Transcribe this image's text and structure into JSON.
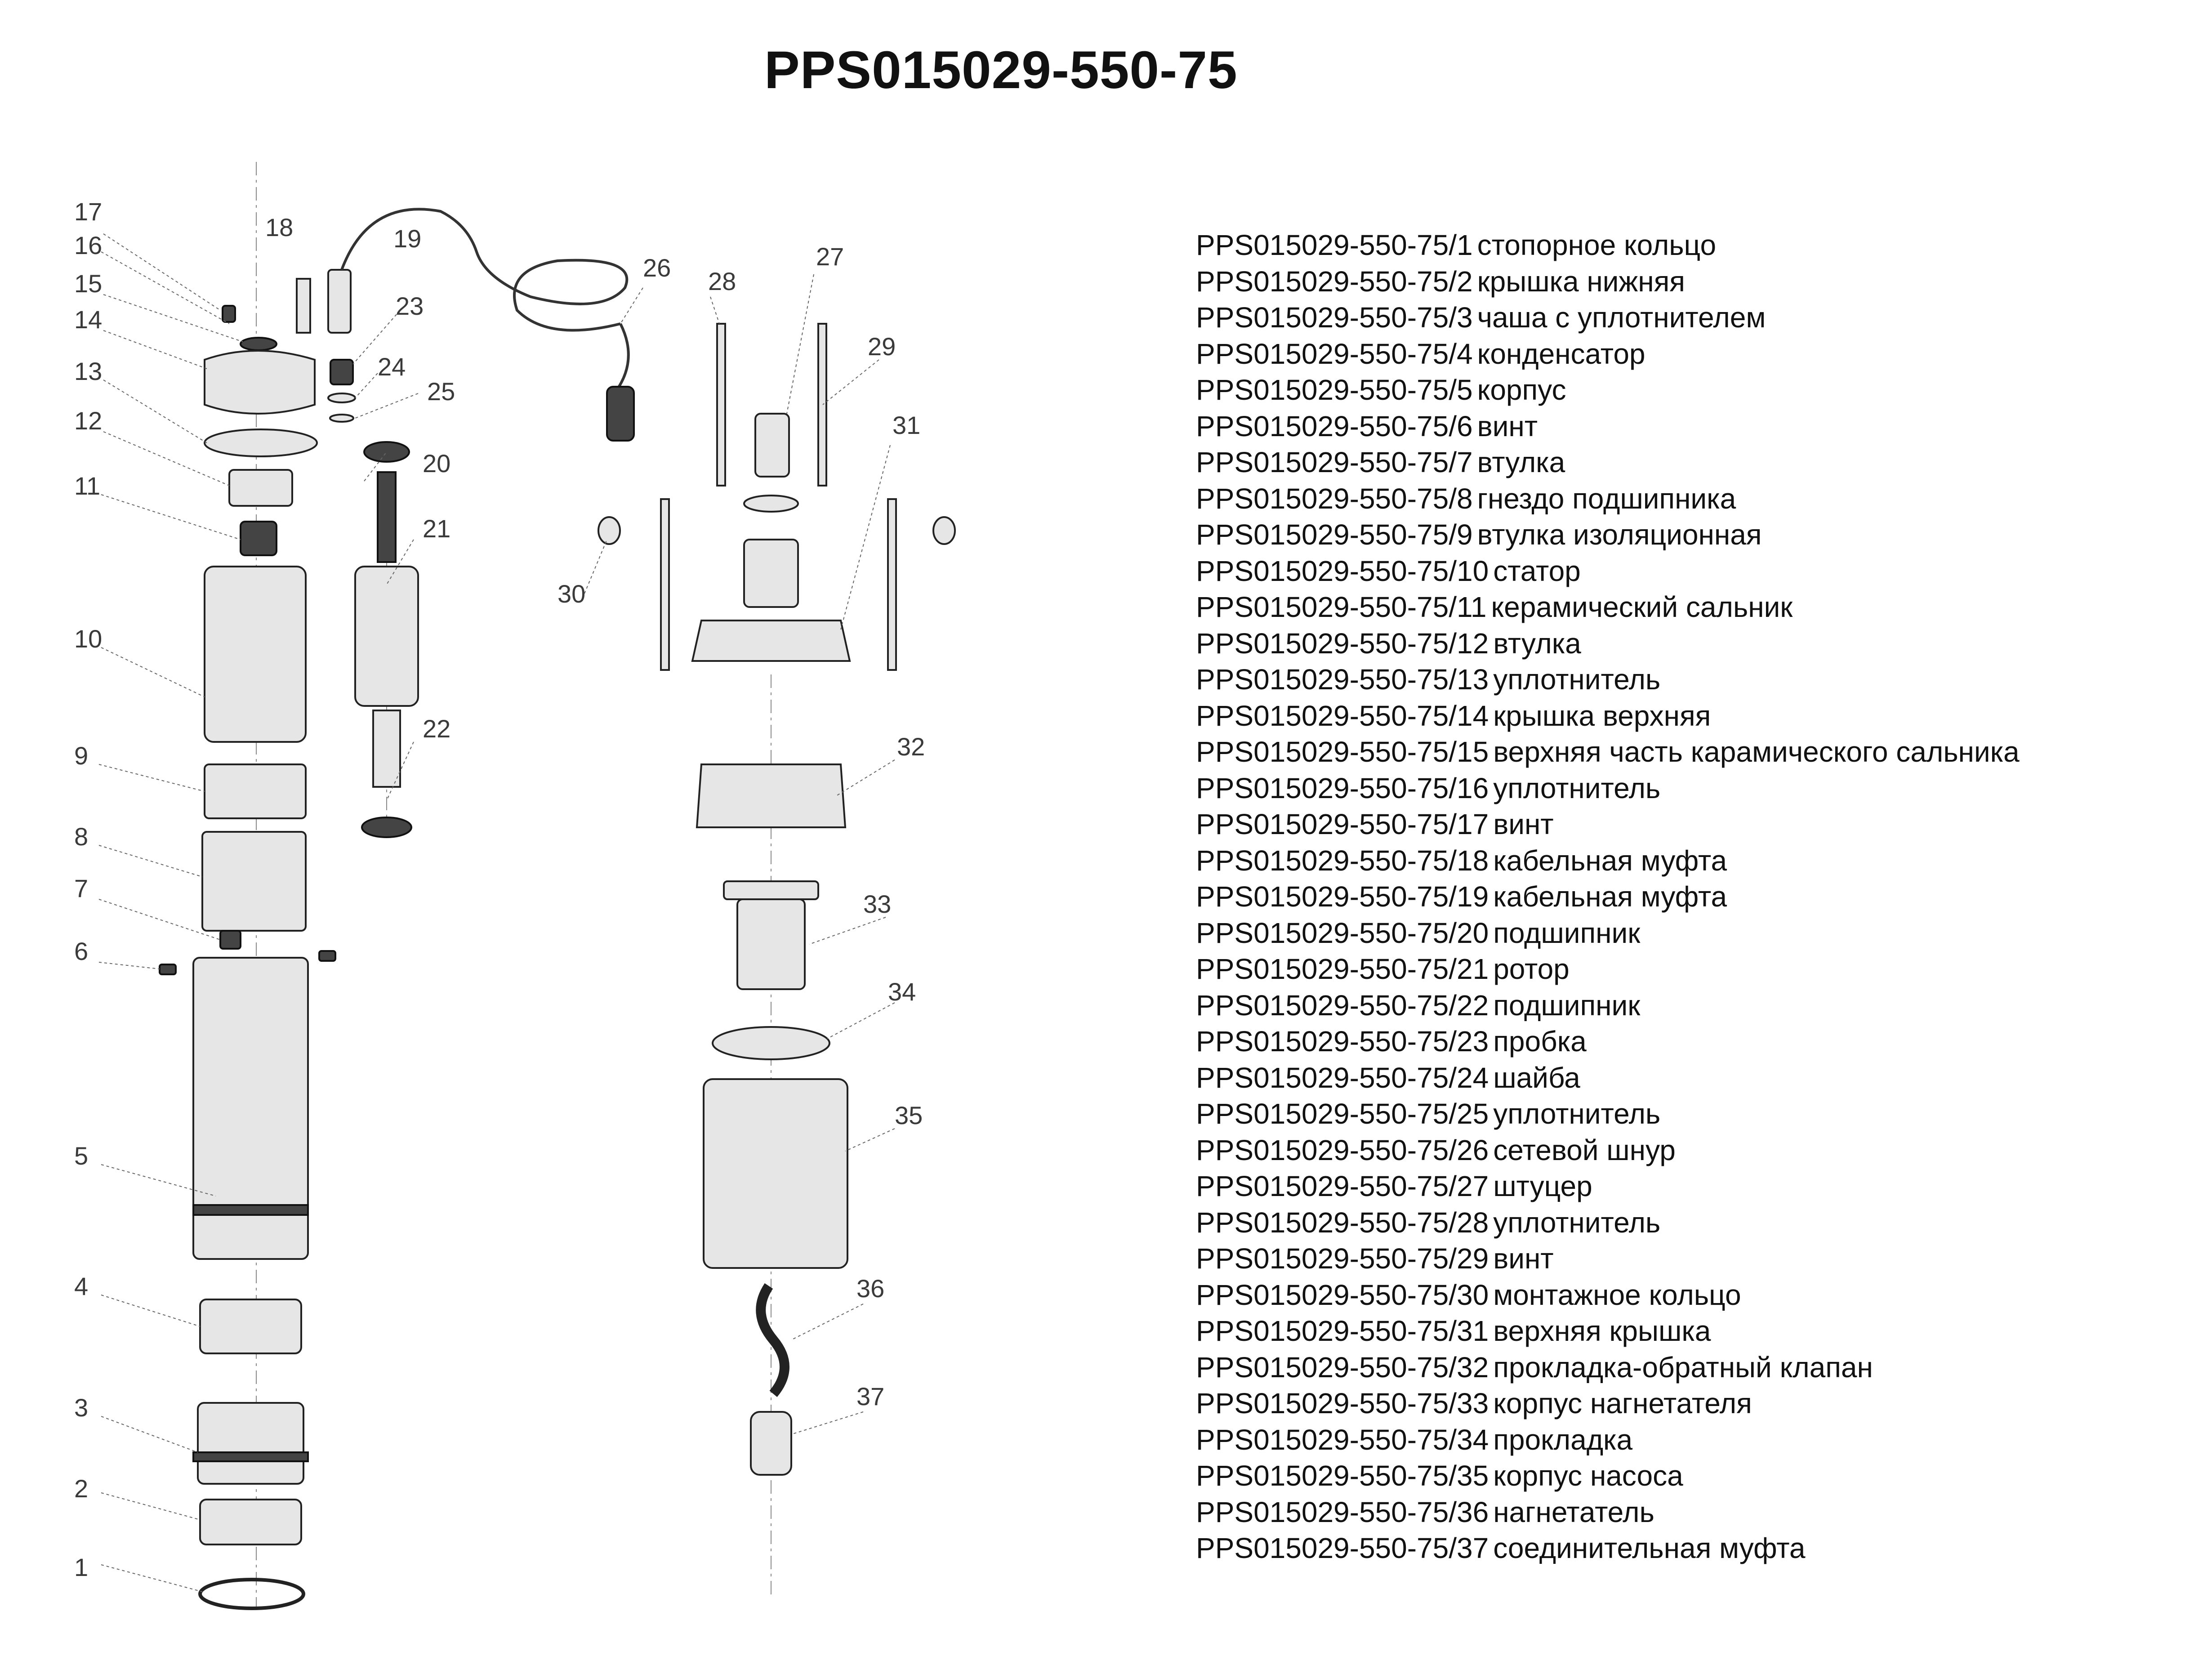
{
  "title": "PPS015029-550-75",
  "callouts": [
    "1",
    "2",
    "3",
    "4",
    "5",
    "6",
    "7",
    "8",
    "9",
    "10",
    "11",
    "12",
    "13",
    "14",
    "15",
    "16",
    "17",
    "18",
    "19",
    "20",
    "21",
    "22",
    "23",
    "24",
    "25",
    "26",
    "27",
    "28",
    "29",
    "30",
    "31",
    "32",
    "33",
    "34",
    "35",
    "36",
    "37"
  ],
  "parts": [
    {
      "code": "PPS015029-550-75/1",
      "name": "стопорное кольцо"
    },
    {
      "code": "PPS015029-550-75/2",
      "name": "крышка нижняя"
    },
    {
      "code": "PPS015029-550-75/3",
      "name": "чаша с уплотнителем"
    },
    {
      "code": "PPS015029-550-75/4",
      "name": "конденсатор"
    },
    {
      "code": "PPS015029-550-75/5",
      "name": "корпус"
    },
    {
      "code": "PPS015029-550-75/6",
      "name": "винт"
    },
    {
      "code": "PPS015029-550-75/7",
      "name": "втулка"
    },
    {
      "code": "PPS015029-550-75/8",
      "name": "гнездо подшипника"
    },
    {
      "code": "PPS015029-550-75/9",
      "name": "втулка изоляционная"
    },
    {
      "code": "PPS015029-550-75/10",
      "name": "статор"
    },
    {
      "code": "PPS015029-550-75/11",
      "name": "керамический сальник"
    },
    {
      "code": "PPS015029-550-75/12",
      "name": "втулка"
    },
    {
      "code": "PPS015029-550-75/13",
      "name": "уплотнитель"
    },
    {
      "code": "PPS015029-550-75/14",
      "name": "крышка верхняя"
    },
    {
      "code": "PPS015029-550-75/15",
      "name": "верхняя часть карамического сальника"
    },
    {
      "code": "PPS015029-550-75/16",
      "name": "уплотнитель"
    },
    {
      "code": "PPS015029-550-75/17",
      "name": "винт"
    },
    {
      "code": "PPS015029-550-75/18",
      "name": "кабельная муфта"
    },
    {
      "code": "PPS015029-550-75/19",
      "name": "кабельная муфта"
    },
    {
      "code": "PPS015029-550-75/20",
      "name": "подшипник"
    },
    {
      "code": "PPS015029-550-75/21",
      "name": "ротор"
    },
    {
      "code": "PPS015029-550-75/22",
      "name": "подшипник"
    },
    {
      "code": "PPS015029-550-75/23",
      "name": "пробка"
    },
    {
      "code": "PPS015029-550-75/24",
      "name": "шайба"
    },
    {
      "code": "PPS015029-550-75/25",
      "name": "уплотнитель"
    },
    {
      "code": "PPS015029-550-75/26",
      "name": "сетевой шнур"
    },
    {
      "code": "PPS015029-550-75/27",
      "name": "штуцер"
    },
    {
      "code": "PPS015029-550-75/28",
      "name": "уплотнитель"
    },
    {
      "code": "PPS015029-550-75/29",
      "name": "винт"
    },
    {
      "code": "PPS015029-550-75/30",
      "name": "монтажное кольцо"
    },
    {
      "code": "PPS015029-550-75/31",
      "name": "верхняя крышка"
    },
    {
      "code": "PPS015029-550-75/32",
      "name": "прокладка-обратный клапан"
    },
    {
      "code": "PPS015029-550-75/33",
      "name": "корпус нагнетателя"
    },
    {
      "code": "PPS015029-550-75/34",
      "name": "прокладка"
    },
    {
      "code": "PPS015029-550-75/35",
      "name": "корпус насоса"
    },
    {
      "code": "PPS015029-550-75/36",
      "name": "нагнетатель"
    },
    {
      "code": "PPS015029-550-75/37",
      "name": "соединительная муфта"
    }
  ]
}
